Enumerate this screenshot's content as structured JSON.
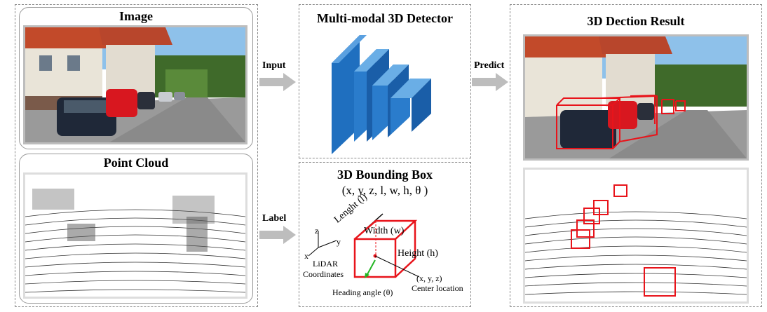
{
  "left_panel": {
    "image_title": "Image",
    "point_cloud_title": "Point Cloud"
  },
  "arrows": {
    "input": "Input",
    "label": "Label",
    "predict": "Predict"
  },
  "detector_panel": {
    "title": "Multi-modal 3D Detector"
  },
  "bbox_panel": {
    "title": "3D Bounding Box",
    "params": "(x, y, z, l, w, h, θ )",
    "length_label": "Lenght (l)",
    "width_label": "Width (w)",
    "height_label": "Height (h)",
    "center_label": "(x, y, z)",
    "center_caption": "Center location",
    "heading_label": "Heading angle (θ)",
    "coords_line1": "LiDAR",
    "coords_line2": "Coordinates",
    "axis_z": "z",
    "axis_y": "y",
    "axis_x": "x"
  },
  "result_panel": {
    "title": "3D Dection Result"
  },
  "colors": {
    "box_red": "#e8141b",
    "cnn_blue": "#1f6fbf",
    "arrow_gray": "#bdbdbd",
    "heading_green": "#22b522"
  }
}
